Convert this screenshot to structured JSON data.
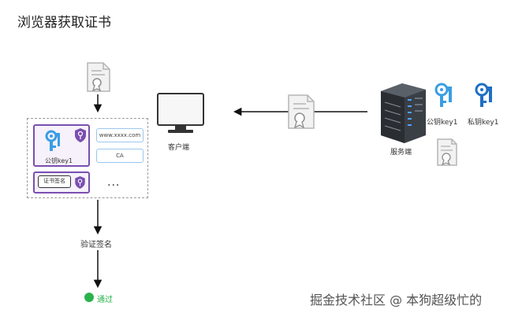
{
  "title": "浏览器获取证书",
  "client_label": "客户端",
  "server_label": "服务端",
  "server_public_key_label": "公钥key1",
  "server_private_key_label": "私钥key1",
  "cert_public_key_label": "公钥key1",
  "cert_signature_label": "证书签名",
  "cert_domain": "www.xxxx.com",
  "cert_issuer": "CA",
  "cert_more": "...",
  "verify_label": "验证签名",
  "pass_label": "通过",
  "watermark": "掘金技术社区 @ 本狗超级忙的",
  "colors": {
    "purple": "#7a4fb0",
    "key_blue": "#3a9ee4",
    "key_dark_blue": "#1f6fc4",
    "pass_green": "#2bb24c"
  }
}
